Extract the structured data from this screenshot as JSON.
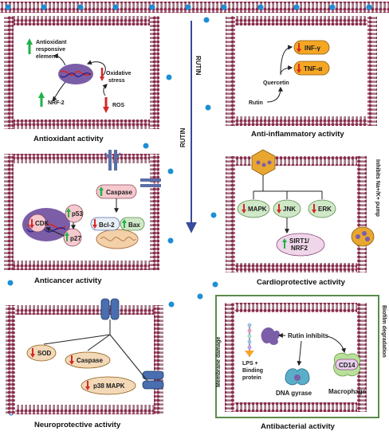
{
  "colors": {
    "membrane": "#8a2e4c",
    "membrane_dark": "#5a1630",
    "dot": "#1d8fd6",
    "arrow_up": "#21b24a",
    "arrow_down": "#d62828",
    "rutin_arrow": "#3a4a9c",
    "orange_node": "#f5a623",
    "pink_node": "#f6c9cf",
    "green_node": "#cfe8c7",
    "tan_node": "#f3d9b8",
    "purple": "#7b5ea7",
    "green_border": "#5b8c4a"
  },
  "rutin": {
    "label_top": "RUTIN",
    "label_side": "RUTIN"
  },
  "antioxidant": {
    "caption": "Antioxidant activity",
    "are_label_1": "Antioxidant",
    "are_label_2": "responsive",
    "are_label_3": "element",
    "nrf2": "NRF-2",
    "oxidative_1": "Oxidative",
    "oxidative_2": "stress",
    "ros": "ROS"
  },
  "anti_inflammatory": {
    "caption": "Anti-inflammatory activity",
    "inf": "INF-γ",
    "tnf": "TNF-α",
    "quercetin": "Quercetin",
    "rutin": "Rutin"
  },
  "anticancer": {
    "caption": "Anticancer activity",
    "caspase": "Caspase",
    "p53": "p53",
    "cdk": "CDK",
    "p27": "p27",
    "bcl2": "Bcl-2",
    "bax": "Bax"
  },
  "cardioprotective": {
    "caption": "Cardioprotective activity",
    "mapk": "MAPK",
    "jnk": "JNK",
    "erk": "ERK",
    "sirt_1": "SIRT1/",
    "sirt_2": "NRF2",
    "pump_label": "Inhibits Na+/K+ pump"
  },
  "neuroprotective": {
    "caption": "Neuroprotective activity",
    "sod": "SOD",
    "caspase": "Caspase",
    "p38": "p38 MAPK"
  },
  "antibacterial": {
    "caption": "Antibacterial activity",
    "rutin_inhibits": "Rutin inhibits",
    "cd14": "CD14",
    "lps_1": "LPS +",
    "lps_2": "Binding",
    "lps_3": "protein",
    "dna_gyrase": "DNA gyrase",
    "macrophage": "Macrophage",
    "membrane_damage": "Membrane damage",
    "biofilm": "Biofilm degradation"
  }
}
